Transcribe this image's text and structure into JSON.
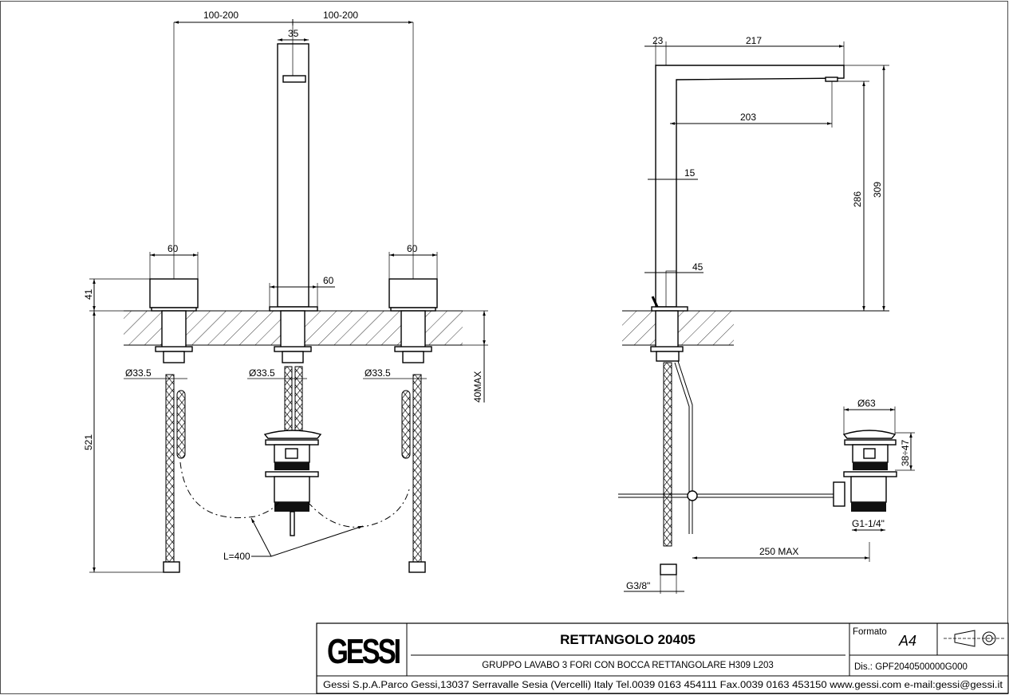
{
  "front_view": {
    "dim_spacing_left": "100-200",
    "dim_spacing_right": "100-200",
    "dim_spout_outlet": "35",
    "dim_handle_left": "60",
    "dim_handle_right": "60",
    "dim_spout_base": "60",
    "dim_handle_height": "41",
    "dim_total_height": "521",
    "dim_deck_thickness": "40MAX",
    "dim_hole_left": "Ø33.5",
    "dim_hole_center": "Ø33.5",
    "dim_hole_right": "Ø33.5",
    "hose_length": "L=400"
  },
  "side_view": {
    "dim_body_offset": "23",
    "dim_spout_length": "217",
    "dim_spout_reach": "203",
    "dim_body_width": "15",
    "dim_base_width": "45",
    "dim_outlet_height": "286",
    "dim_total_height": "309",
    "dim_waste_diameter": "Ø63",
    "dim_waste_range": "38÷47",
    "dim_waste_thread": "G1-1/4\"",
    "dim_rod_length": "250 MAX",
    "dim_supply_thread": "G3/8\""
  },
  "title_block": {
    "logo": "GESSI",
    "title": "RETTANGOLO 20405",
    "subtitle": "GRUPPO LAVABO 3 FORI CON BOCCA RETTANGOLARE H309 L203",
    "format_label": "Formato",
    "format_value": "A4",
    "drawing_number": "Dis.: GPF2040500000G000",
    "address": "Gessi S.p.A.Parco Gessi,13037 Serravalle Sesia (Vercelli) Italy Tel.0039 0163 454111 Fax.0039 0163 453150 www.gessi.com e-mail:gessi@gessi.it"
  }
}
